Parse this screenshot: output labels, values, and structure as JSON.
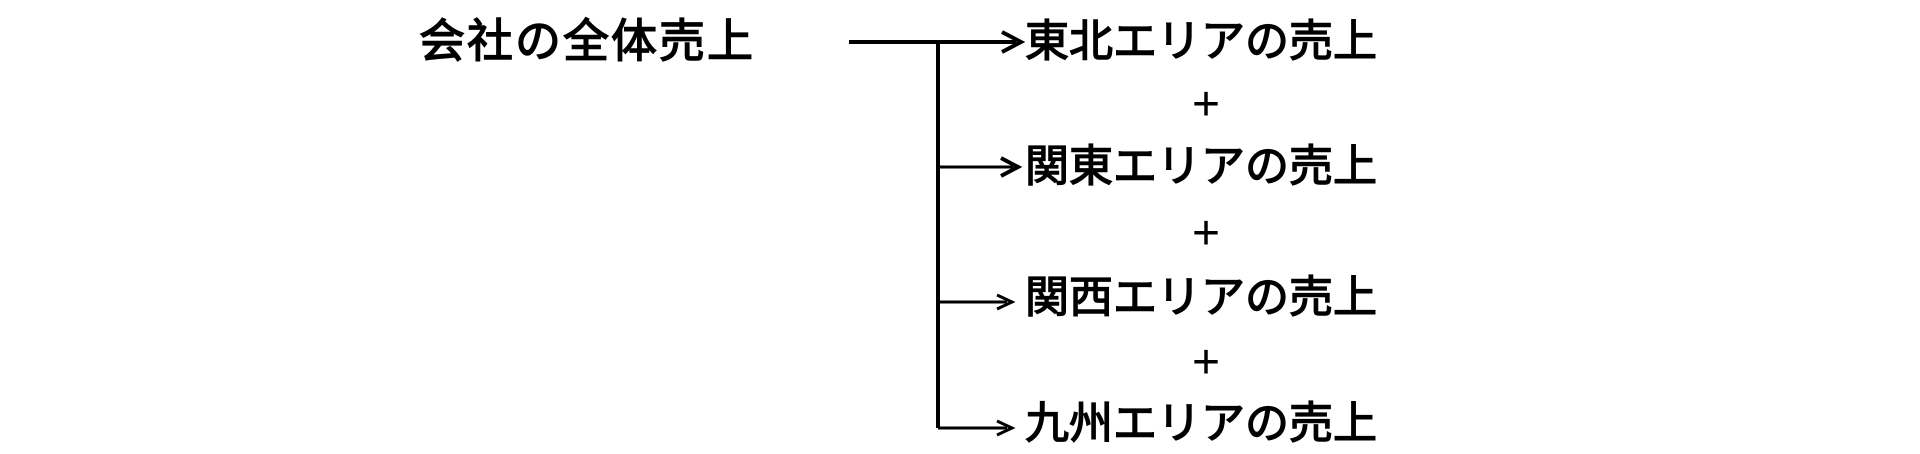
{
  "diagram": {
    "source": {
      "label": "会社の全体売上"
    },
    "branches": [
      {
        "label": "東北エリアの売上"
      },
      {
        "label": "関東エリアの売上"
      },
      {
        "label": "関西エリアの売上"
      },
      {
        "label": "九州エリアの売上"
      }
    ],
    "operator": "+",
    "colors": {
      "text": "#000000",
      "line": "#000000",
      "background": "#ffffff"
    }
  }
}
